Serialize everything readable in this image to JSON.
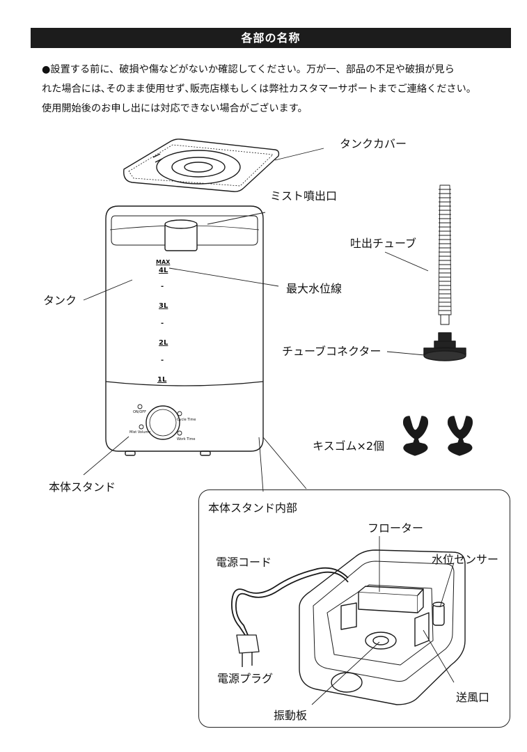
{
  "header": {
    "title": "各部の名称"
  },
  "intro": {
    "lines": [
      "●設置する前に、破損や傷などがないか確認してください。万が一、部品の不足や破損が見ら",
      "れた場合には､そのまま使用せず､販売店様もしくは弊社カスタマーサポートまでご連絡ください。",
      "使用開始後のお申し出には対応できない場合がございます。"
    ]
  },
  "labels": {
    "tank_cover": "タンクカバー",
    "mist_outlet": "ミスト噴出口",
    "discharge_tube": "吐出チューブ",
    "max_water_line": "最大水位線",
    "tank": "タンク",
    "tube_connector": "チューブコネクター",
    "suction_cups": "キスゴム×2個",
    "base_stand": "本体スタンド"
  },
  "tank_scale": {
    "max": "MAX",
    "marks": [
      "4L",
      "-",
      "3L",
      "-",
      "2L",
      "-",
      "1L"
    ]
  },
  "control_panel": {
    "on_off": "ON/OFF",
    "cycle_time": "Cycle Time",
    "mist_volume": "Mist Volume",
    "work_time": "Work Time"
  },
  "inset": {
    "title": "本体スタンド内部",
    "labels": {
      "floater": "フローター",
      "water_level_sensor": "水位センサー",
      "power_cord": "電源コード",
      "power_plug": "電源プラグ",
      "air_outlet": "送風口",
      "vibration_plate": "振動板"
    }
  }
}
